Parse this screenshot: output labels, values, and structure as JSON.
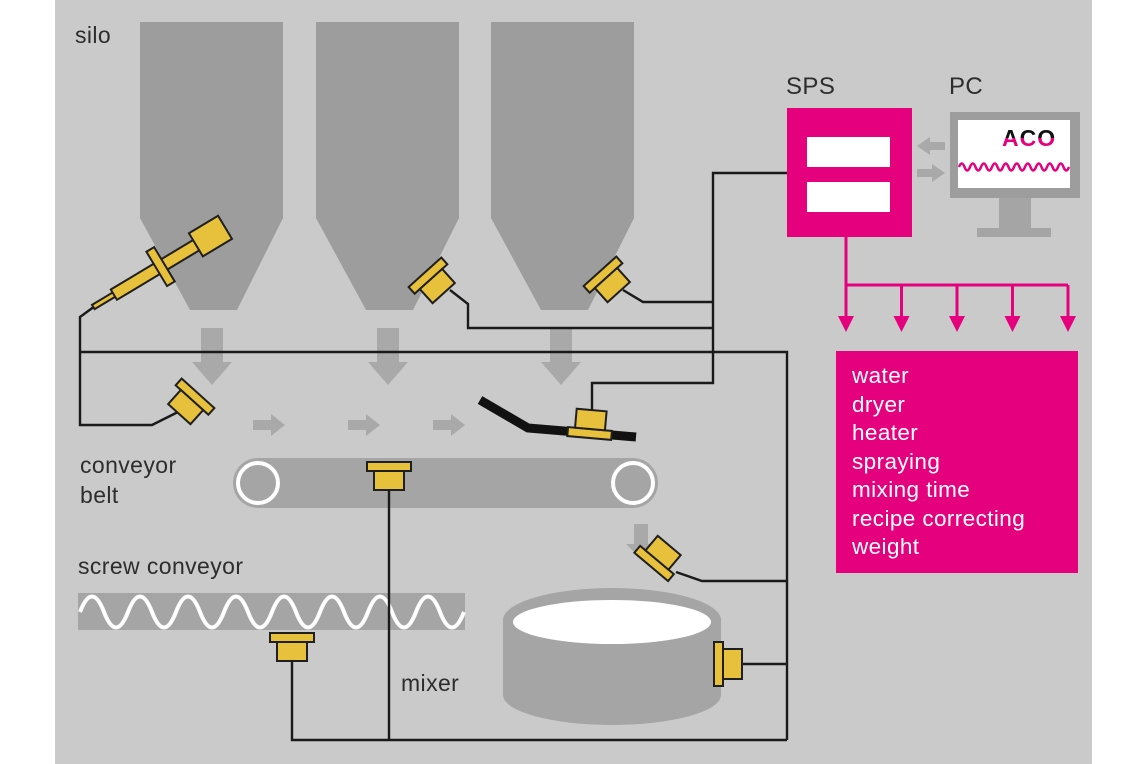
{
  "labels": {
    "silo": "silo",
    "conveyor_belt": "conveyor\nbelt",
    "screw_conveyor": "screw conveyor",
    "mixer": "mixer",
    "sps": "SPS",
    "pc": "PC"
  },
  "pc": {
    "logo": "ACO"
  },
  "function_box": {
    "items": [
      "water",
      "dryer",
      "heater",
      "spraying",
      "mixing time",
      "recipe correcting",
      "weight"
    ]
  },
  "colors": {
    "magenta": "#e5007d",
    "sensor_yellow": "#e8c13c",
    "background_gray": "#cacaca",
    "silo_gray": "#9d9d9d",
    "equipment_gray": "#a5a5a5",
    "arrow_gray": "#a9a9a9",
    "wire_black": "#1a1a1a",
    "text_dark": "#2d2d2d",
    "screen_white": "#ffffff"
  }
}
